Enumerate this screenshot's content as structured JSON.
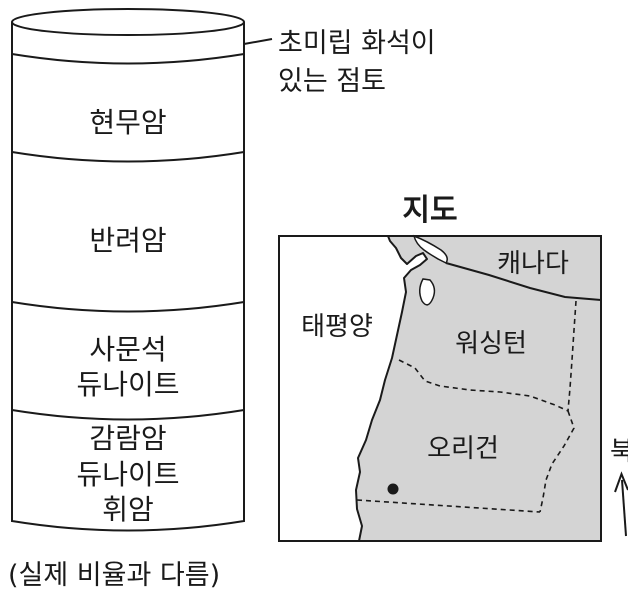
{
  "core": {
    "layers": [
      {
        "id": "clay",
        "lines": []
      },
      {
        "id": "basalt",
        "lines": [
          "현무암"
        ]
      },
      {
        "id": "gabbro",
        "lines": [
          "반려암"
        ]
      },
      {
        "id": "olivine-dunite",
        "lines": [
          "사문석",
          "듀나이트"
        ]
      },
      {
        "id": "peridotite",
        "lines": [
          "감람암",
          "듀나이트",
          "휘암"
        ]
      }
    ],
    "annotation": [
      "초미립 화석이",
      "있는 점토"
    ],
    "footnote": "(실제 비율과 다름)"
  },
  "map": {
    "title": "지도",
    "labels": {
      "canada": "캐나다",
      "pacific": "태평양",
      "washington": "워싱턴",
      "oregon": "오리건"
    },
    "north_label": "북",
    "colors": {
      "land": "#d4d4d4",
      "ocean": "#ffffff",
      "border": "#1a1a1a"
    }
  }
}
